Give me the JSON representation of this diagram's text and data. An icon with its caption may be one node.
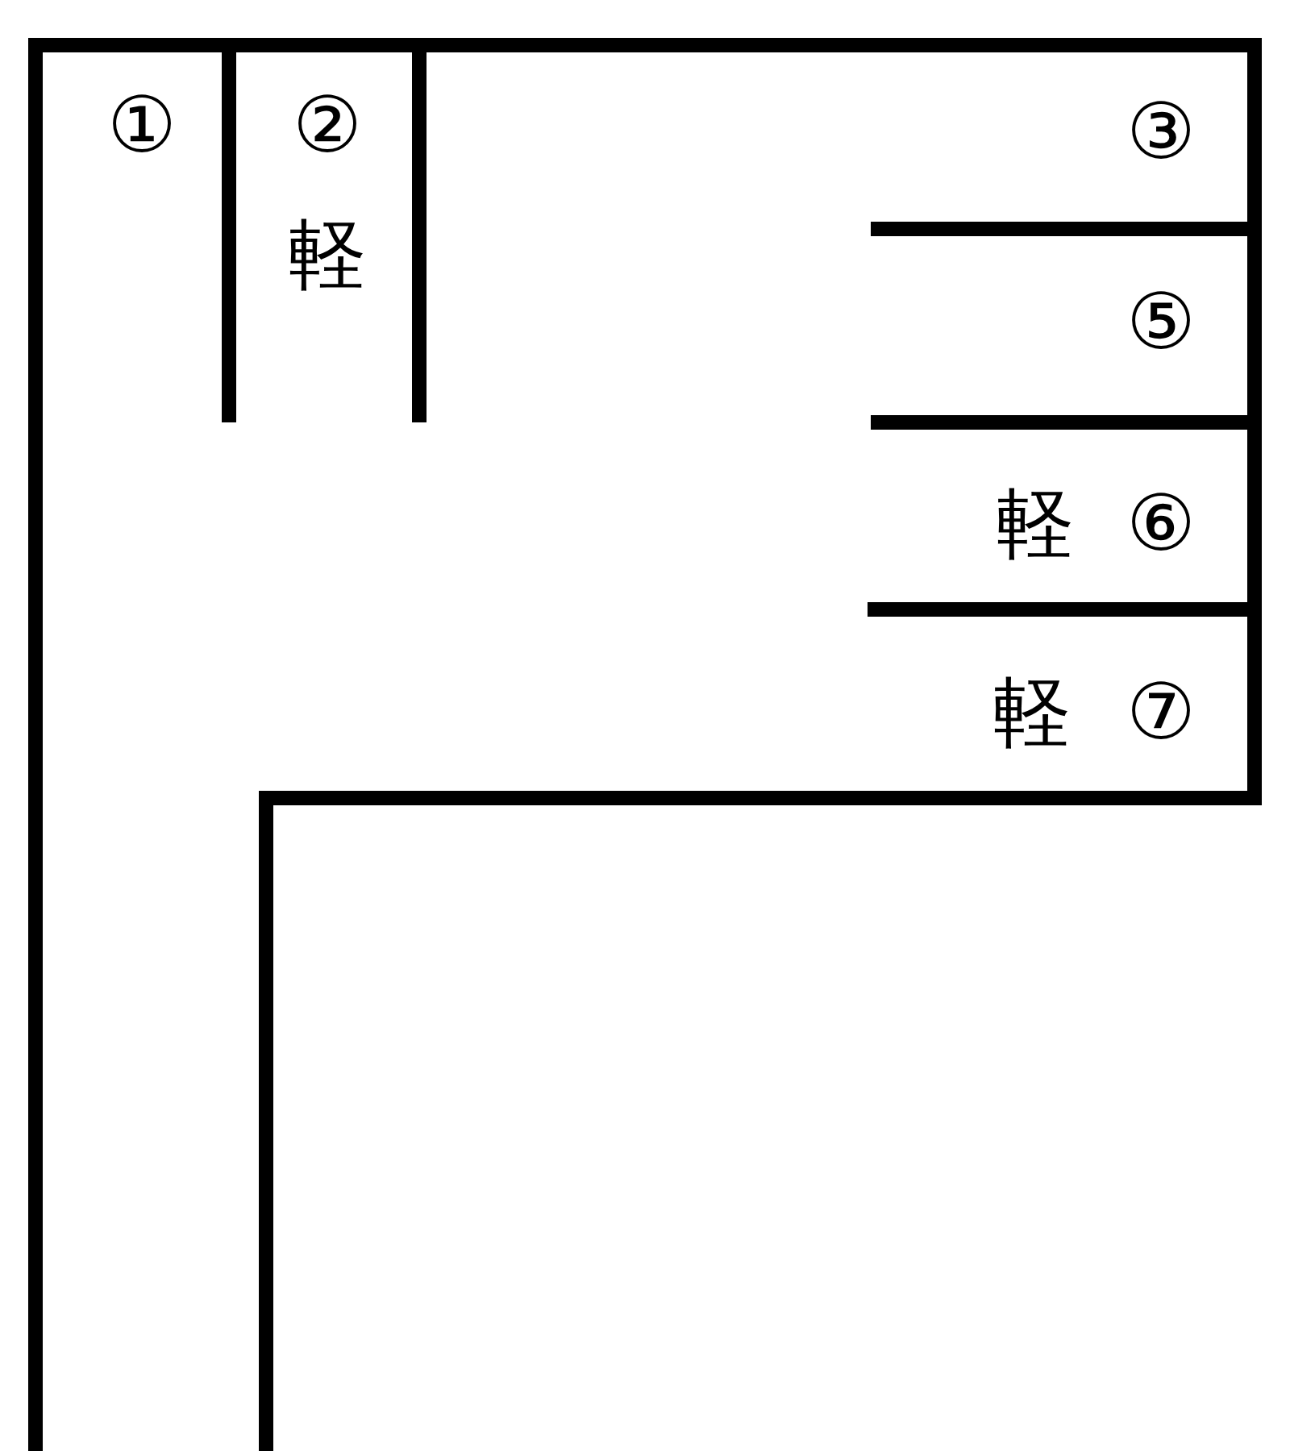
{
  "diagram": {
    "labels": [
      "①",
      "②",
      "③",
      "軽",
      "⑤",
      "軽",
      "⑥",
      "軽",
      "⑦"
    ]
  }
}
